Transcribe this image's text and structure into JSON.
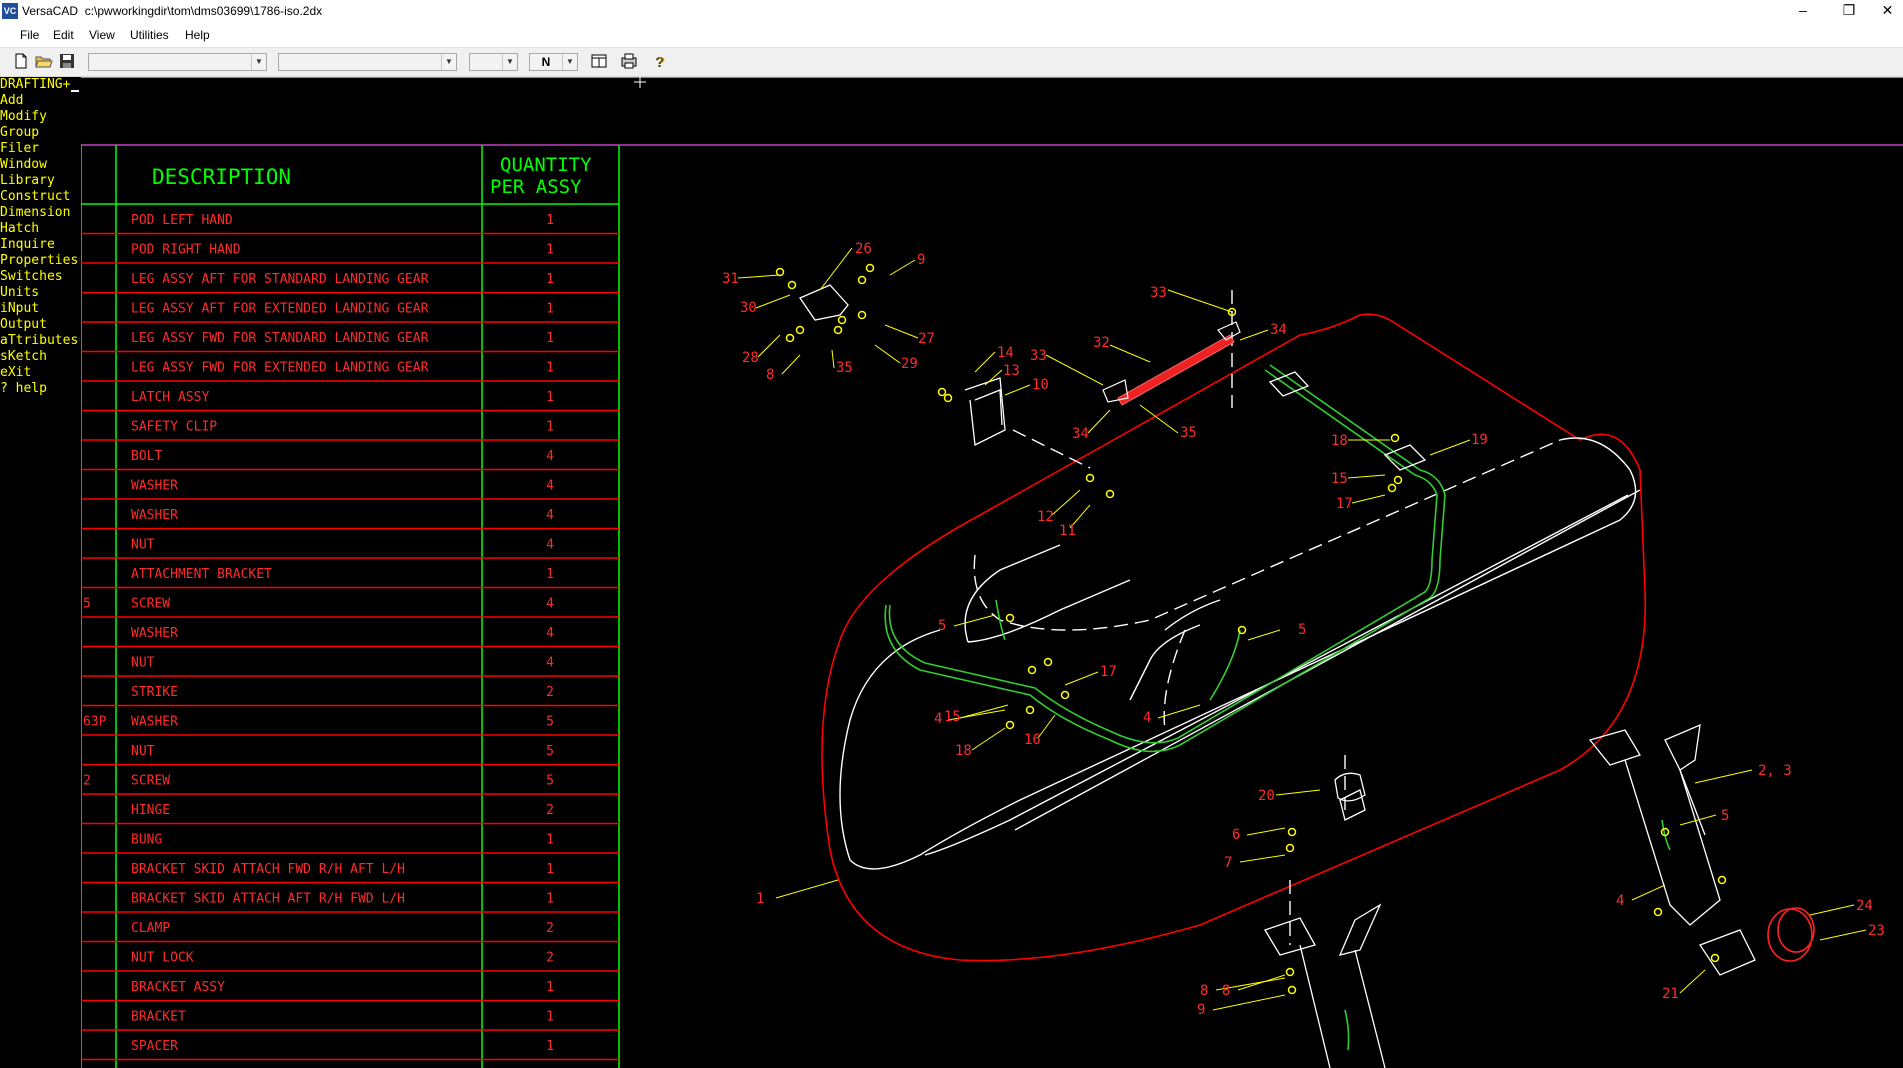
{
  "window": {
    "app_name": "VersaCAD",
    "path": "c:\\pwworkingdir\\tom\\dms03699\\1786-iso.2dx",
    "logo_text": "VC"
  },
  "menu": [
    "File",
    "Edit",
    "View",
    "Utilities",
    "Help"
  ],
  "toolbar": {
    "combo_font": "",
    "combo_style": "",
    "combo_size": "",
    "combo_n": "N"
  },
  "sidebar": {
    "items": [
      "DRAFTING+",
      "Add",
      "Modify",
      "Group",
      "Filer",
      "Window",
      "Library",
      "Construct",
      "Dimension",
      "Hatch",
      "Inquire",
      "Properties",
      "Switches",
      "Units",
      "iNput",
      "Output",
      "aTtributes",
      "sKetch",
      "eXit",
      "? help"
    ]
  },
  "table": {
    "header_description": "DESCRIPTION",
    "header_qty_line1": "QUANTITY",
    "header_qty_line2": "PER ASSY",
    "rows": [
      {
        "mark": "",
        "desc": "POD LEFT HAND",
        "qty": "1"
      },
      {
        "mark": "",
        "desc": "POD RIGHT HAND",
        "qty": "1"
      },
      {
        "mark": "",
        "desc": "LEG ASSY AFT FOR STANDARD LANDING GEAR",
        "qty": "1"
      },
      {
        "mark": "",
        "desc": "LEG ASSY AFT FOR EXTENDED LANDING GEAR",
        "qty": "1"
      },
      {
        "mark": "",
        "desc": "LEG ASSY FWD FOR STANDARD LANDING GEAR",
        "qty": "1"
      },
      {
        "mark": "",
        "desc": "LEG ASSY FWD FOR EXTENDED LANDING GEAR",
        "qty": "1"
      },
      {
        "mark": "",
        "desc": "LATCH ASSY",
        "qty": "1"
      },
      {
        "mark": "",
        "desc": "SAFETY CLIP",
        "qty": "1"
      },
      {
        "mark": "",
        "desc": "BOLT",
        "qty": "4"
      },
      {
        "mark": "",
        "desc": "WASHER",
        "qty": "4"
      },
      {
        "mark": "",
        "desc": "WASHER",
        "qty": "4"
      },
      {
        "mark": "",
        "desc": "NUT",
        "qty": "4"
      },
      {
        "mark": "",
        "desc": "ATTACHMENT BRACKET",
        "qty": "1"
      },
      {
        "mark": "5",
        "desc": "SCREW",
        "qty": "4"
      },
      {
        "mark": "",
        "desc": "WASHER",
        "qty": "4"
      },
      {
        "mark": "",
        "desc": "NUT",
        "qty": "4"
      },
      {
        "mark": "",
        "desc": "STRIKE",
        "qty": "2"
      },
      {
        "mark": "63P",
        "desc": "WASHER",
        "qty": "5"
      },
      {
        "mark": "",
        "desc": "NUT",
        "qty": "5"
      },
      {
        "mark": "2",
        "desc": "SCREW",
        "qty": "5"
      },
      {
        "mark": "",
        "desc": "HINGE",
        "qty": "2"
      },
      {
        "mark": "",
        "desc": "BUNG",
        "qty": "1"
      },
      {
        "mark": "",
        "desc": "BRACKET SKID ATTACH FWD R/H AFT L/H",
        "qty": "1"
      },
      {
        "mark": "",
        "desc": "BRACKET SKID ATTACH AFT R/H FWD L/H",
        "qty": "1"
      },
      {
        "mark": "",
        "desc": "CLAMP",
        "qty": "2"
      },
      {
        "mark": "",
        "desc": "NUT LOCK",
        "qty": "2"
      },
      {
        "mark": "",
        "desc": "BRACKET ASSY",
        "qty": "1"
      },
      {
        "mark": "",
        "desc": "BRACKET",
        "qty": "1"
      },
      {
        "mark": "",
        "desc": "SPACER",
        "qty": "1"
      }
    ]
  },
  "callouts": [
    "1",
    "2, 3",
    "4",
    "4",
    "4",
    "5",
    "5",
    "5",
    "6",
    "7",
    "8",
    "8",
    "8",
    "9",
    "9",
    "10",
    "11",
    "12",
    "13",
    "14",
    "15",
    "15",
    "16",
    "17",
    "17",
    "18",
    "18",
    "19",
    "20",
    "21",
    "23",
    "24",
    "26",
    "27",
    "28",
    "29",
    "30",
    "31",
    "32",
    "33",
    "33",
    "34",
    "34",
    "35",
    "35"
  ],
  "colors": {
    "canvas_bg": "#000000",
    "table_grid": "#00ff00",
    "row_divider": "#ff0000",
    "text_red": "#ff2a2a",
    "text_green": "#00ff00",
    "sidebar_text": "#ffff00",
    "pod_outline": "#ff0000",
    "parts_white": "#ffffff",
    "cable_green": "#33cc33",
    "fastener_yellow": "#ffff00",
    "magenta_line": "#c040c0"
  }
}
